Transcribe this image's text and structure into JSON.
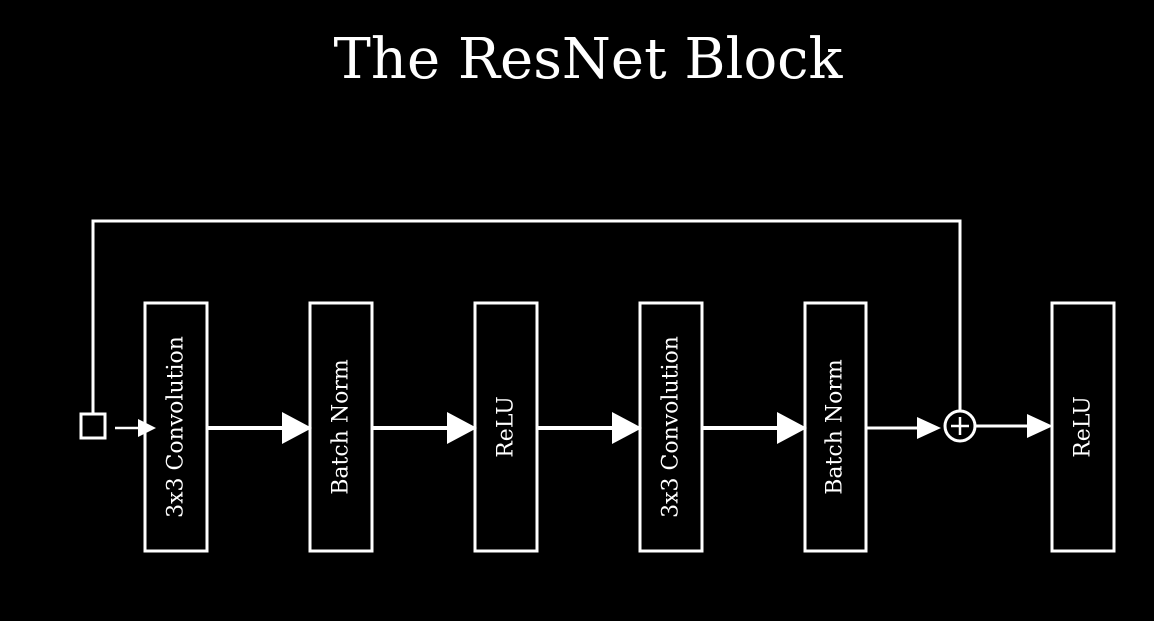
{
  "title": "The ResNet Block",
  "colors": {
    "background": "#000000",
    "foreground": "#ffffff"
  },
  "blocks": [
    {
      "label": "3x3 Convolution"
    },
    {
      "label": "Batch Norm"
    },
    {
      "label": "ReLU"
    },
    {
      "label": "3x3 Convolution"
    },
    {
      "label": "Batch Norm"
    },
    {
      "label": "ReLU"
    }
  ],
  "input_node": {
    "icon": "input-square-icon"
  },
  "add_node": {
    "icon": "circled-plus-icon"
  }
}
